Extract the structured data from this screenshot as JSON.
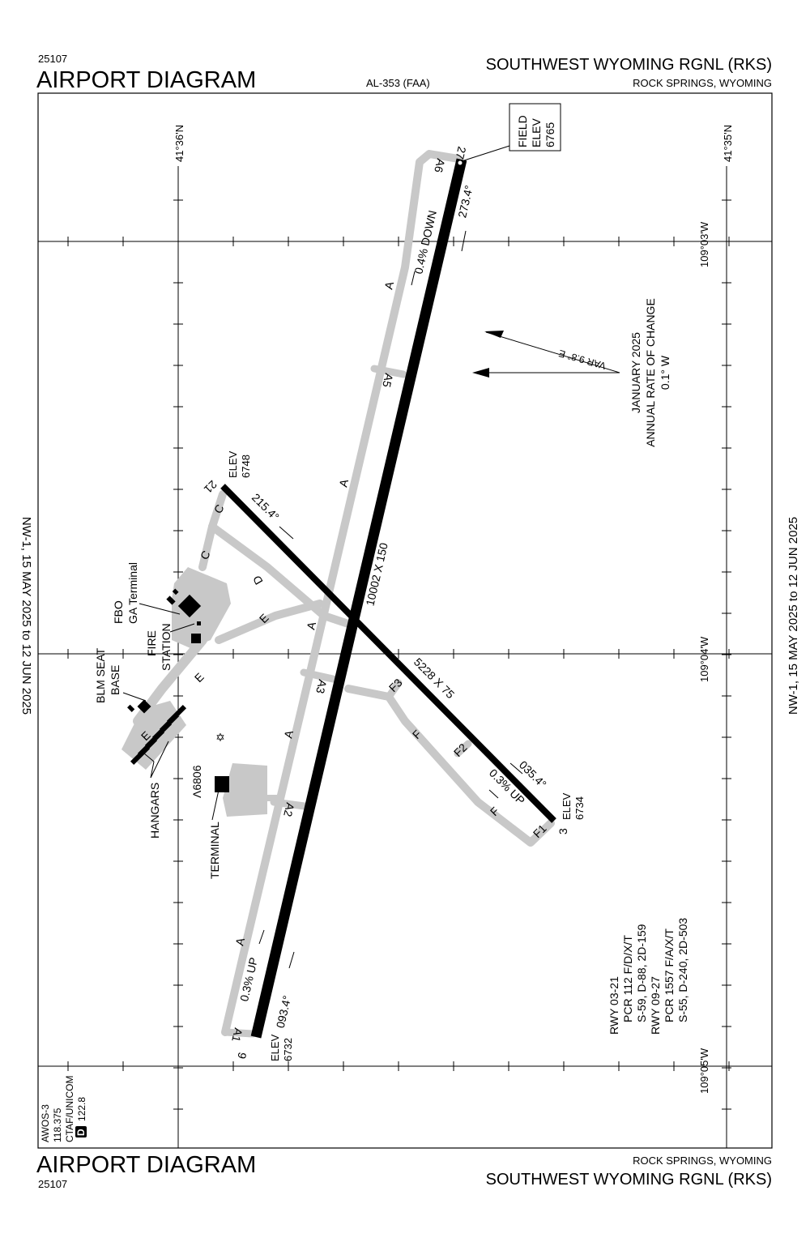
{
  "header": {
    "chart_number": "25107",
    "title": "AIRPORT DIAGRAM",
    "doc_id": "AL-353 (FAA)",
    "airport": "SOUTHWEST WYOMING RGNL (RKS)",
    "location": "ROCK SPRINGS, WYOMING"
  },
  "footer": {
    "title": "AIRPORT DIAGRAM",
    "chart_number": "25107",
    "location": "ROCK SPRINGS, WYOMING",
    "airport": "SOUTHWEST WYOMING RGNL (RKS)"
  },
  "validity": "NW-1,  15 MAY 2025  to  12 JUN 2025",
  "coords": {
    "lat_left": "41°36'N",
    "lat_right": "41°35'N",
    "lon_top": "109°03'W",
    "lon_mid": "109°04'W",
    "lon_bottom": "109°05'W"
  },
  "field_elev": {
    "l1": "FIELD",
    "l2": "ELEV",
    "l3": "6765"
  },
  "runways": {
    "r27": {
      "id": "27",
      "hdg": "273.4°",
      "slope": "0.4% DOWN"
    },
    "r9": {
      "id": "9",
      "hdg": "093.4°",
      "slope": "0.3% UP",
      "elev_label": "ELEV",
      "elev": "6732"
    },
    "r21": {
      "id": "21",
      "hdg": "215.4°",
      "elev_label": "ELEV",
      "elev": "6748"
    },
    "r3": {
      "id": "3",
      "hdg": "035.4°",
      "slope": "0.3% UP",
      "elev_label": "ELEV",
      "elev": "6734"
    },
    "dims_09_27": "10002 X 150",
    "dims_03_21": "5228 X 75"
  },
  "taxiways": {
    "A6": "A6",
    "A5": "A5",
    "A3": "A3",
    "A2": "A2",
    "A1": "A1",
    "A": "A",
    "C": "C",
    "D": "D",
    "E": "E",
    "F": "F",
    "F1": "F1",
    "F2": "F2",
    "F3": "F3"
  },
  "magvar": {
    "var": "VAR 9.8° E",
    "date": "JANUARY 2025",
    "rate_label": "ANNUAL RATE OF CHANGE",
    "rate": "0.1° W"
  },
  "buildings": {
    "fbo": "FBO",
    "ga": "GA Terminal",
    "fire1": "FIRE",
    "fire2": "STATION",
    "blm1": "BLM SEAT",
    "blm2": "BASE",
    "hangars": "HANGARS",
    "terminal": "TERMINAL",
    "obstacle": "6806"
  },
  "pcr": {
    "l1": "RWY 03-21",
    "l2": "PCR 112 F/D/X/T",
    "l3": "S-59, D-88, 2D-159",
    "l4": "RWY 09-27",
    "l5": "PCR 1557 F/A/X/T",
    "l6": "S-55, D-240, 2D-503"
  },
  "comm": {
    "awos": "AWOS-3",
    "awos_freq": "118.375",
    "ctaf": "CTAF/UNICOM",
    "ctaf_freq": "122.8",
    "d_badge": "D"
  }
}
